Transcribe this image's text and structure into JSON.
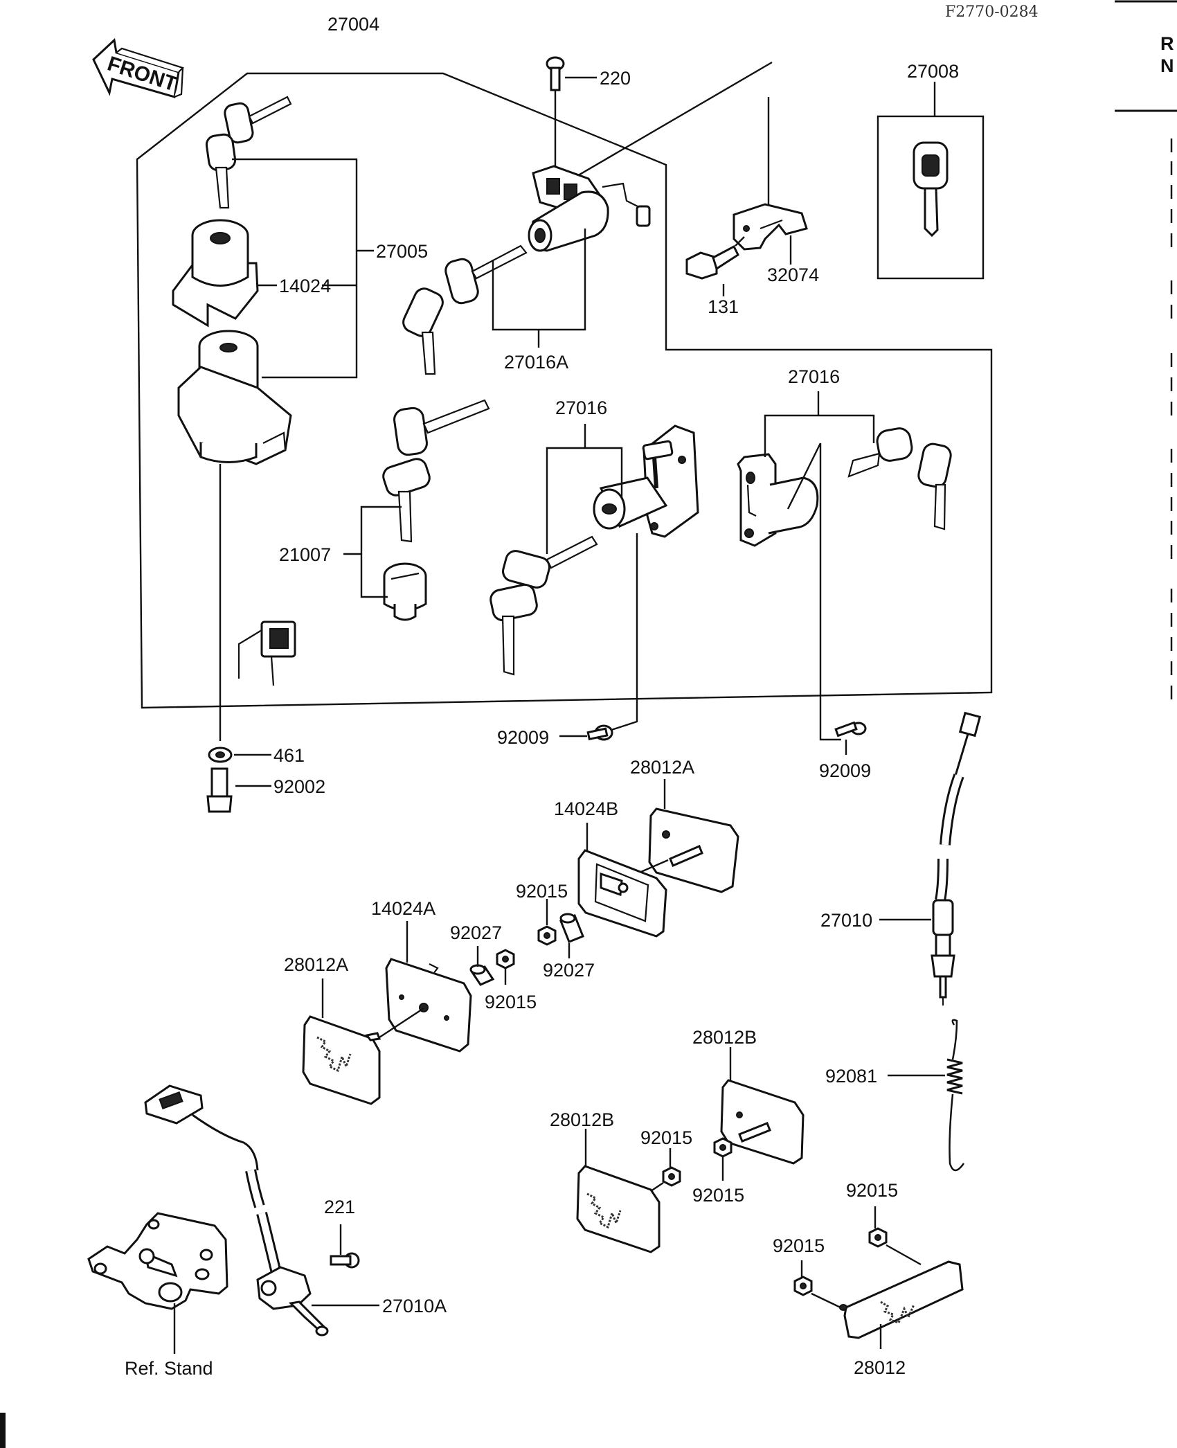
{
  "diagram_code": "F2770-0284",
  "front_label": "FRONT",
  "edge_text": [
    "R",
    "N"
  ],
  "labels": {
    "p27004": "27004",
    "p220": "220",
    "p27008": "27008",
    "p27005": "27005",
    "p14024": "14024",
    "p32074": "32074",
    "p131": "131",
    "p27016A": "27016A",
    "p27016_right": "27016",
    "p27016_center": "27016",
    "p21007": "21007",
    "p461": "461",
    "p92002": "92002",
    "p92009_center": "92009",
    "p92009_right": "92009",
    "p28012A_top": "28012A",
    "p14024B": "14024B",
    "p92015_a": "92015",
    "p14024A": "14024A",
    "p92027_a": "92027",
    "p92027_b": "92027",
    "p28012A_left": "28012A",
    "p92015_b": "92015",
    "p27010": "27010",
    "p92081": "92081",
    "p28012B_top": "28012B",
    "p28012B_left": "28012B",
    "p92015_c": "92015",
    "p92015_d": "92015",
    "p92015_e": "92015",
    "p92015_f": "92015",
    "p221": "221",
    "p27010A": "27010A",
    "ref_stand": "Ref. Stand",
    "p28012": "28012"
  }
}
